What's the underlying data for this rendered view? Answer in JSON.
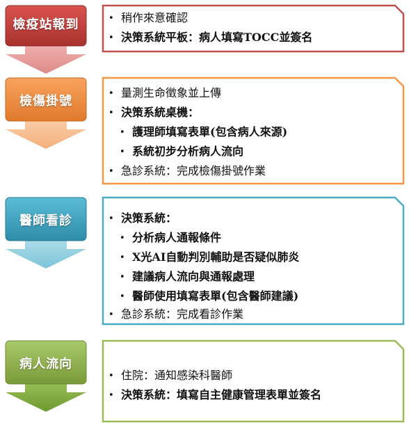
{
  "steps": [
    {
      "label": "檢疫站報到",
      "color": "#c0504d",
      "lines": [
        {
          "text": "稍作來意確認",
          "level": 0,
          "bold": false
        },
        {
          "text": "決策系統平板：病人填寫TOCC並簽名",
          "level": 0,
          "bold": true
        }
      ]
    },
    {
      "label": "檢傷掛號",
      "color": "#f79646",
      "lines": [
        {
          "text": "量測生命徵象並上傳",
          "level": 0,
          "bold": false
        },
        {
          "text": "決策系統桌機：",
          "level": 0,
          "bold": true
        },
        {
          "text": "護理師填寫表單(包含病人來源)",
          "level": 1,
          "bold": true
        },
        {
          "text": "系統初步分析病人流向",
          "level": 1,
          "bold": true
        },
        {
          "text": "急診系統：完成檢傷掛號作業",
          "level": 0,
          "bold": false
        }
      ]
    },
    {
      "label": "醫師看診",
      "color": "#4bacc6",
      "lines": [
        {
          "text": "決策系統：",
          "level": 0,
          "bold": true
        },
        {
          "text": "分析病人通報條件",
          "level": 1,
          "bold": true
        },
        {
          "text": "X光AI自動判別輔助是否疑似肺炎",
          "level": 1,
          "bold": true
        },
        {
          "text": "建議病人流向與通報處理",
          "level": 1,
          "bold": true
        },
        {
          "text": "醫師使用填寫表單(包含醫師建議)",
          "level": 1,
          "bold": true
        },
        {
          "text": "急診系統：完成看診作業",
          "level": 0,
          "bold": false
        }
      ]
    },
    {
      "label": "病人流向",
      "color": "#9bbb59",
      "lines": [
        {
          "text": "住院：通知感染科醫師",
          "level": 0,
          "bold": false
        },
        {
          "text": "決策系統：填寫自主健康管理表單並簽名",
          "level": 0,
          "bold": true
        }
      ]
    }
  ],
  "bullet_symbol": "•"
}
